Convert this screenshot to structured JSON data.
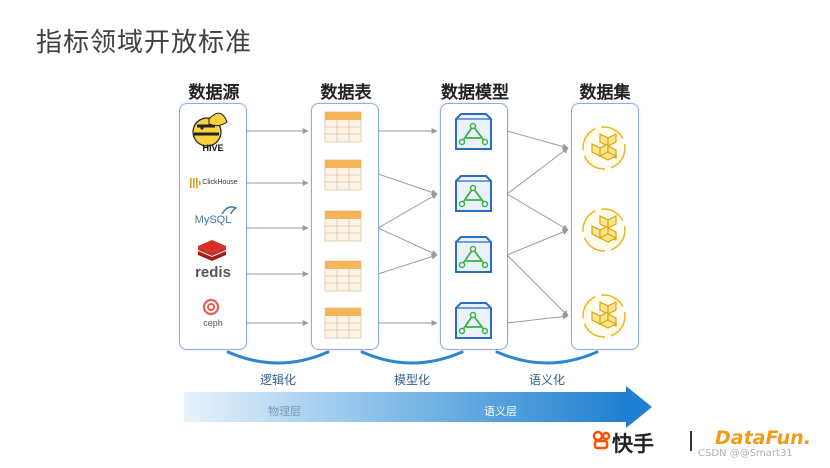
{
  "page": {
    "title": "指标领域开放标准"
  },
  "columns": [
    {
      "heading": "数据源"
    },
    {
      "heading": "数据表"
    },
    {
      "heading": "数据模型"
    },
    {
      "heading": "数据集"
    }
  ],
  "sources": [
    {
      "label": "HIVE",
      "icon": "hive-bee-icon"
    },
    {
      "label": "ClickHouse",
      "icon": "clickhouse-bars-icon"
    },
    {
      "label": "MySQL",
      "icon": "mysql-dolphin-icon"
    },
    {
      "label": "redis",
      "icon": "redis-cube-icon"
    },
    {
      "label": "ceph",
      "icon": "ceph-ring-icon"
    }
  ],
  "processes": [
    {
      "label": "逻辑化"
    },
    {
      "label": "模型化"
    },
    {
      "label": "语义化"
    }
  ],
  "layers": [
    {
      "label": "物理层"
    },
    {
      "label": "语义层"
    }
  ],
  "footer": {
    "brand": "快手",
    "partner": "DataFun.",
    "watermark": "CSDN @@Smart31"
  },
  "colors": {
    "box_border": "#8eaede",
    "table_header": "#f4b55a",
    "model_blue": "#2b6cc4",
    "model_green": "#3cb043",
    "dataset_gold": "#e6b81e",
    "arrow_blue": "#1f7fd1"
  }
}
